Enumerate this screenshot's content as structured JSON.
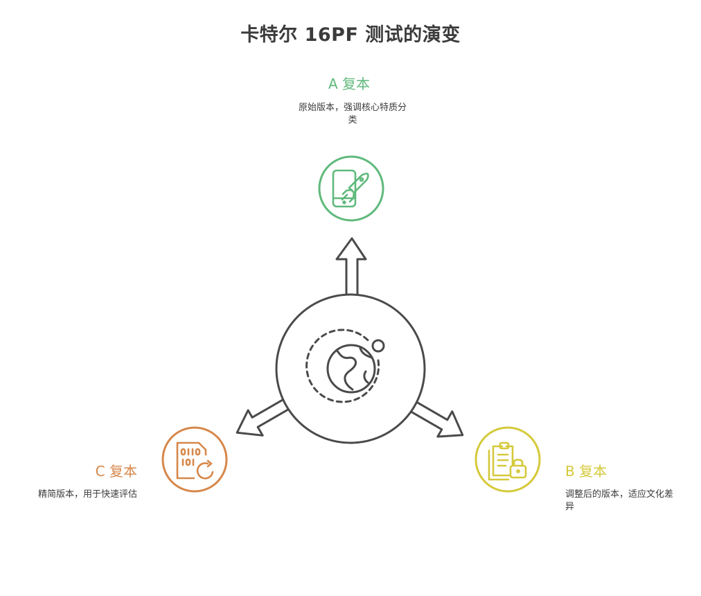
{
  "title": "卡特尔 16PF 测试的演变",
  "branches": {
    "a": {
      "heading": "A 复本",
      "description": "原始版本，强调核心特质分类",
      "color": "#5fb97b",
      "icon": "phone-rocket-icon"
    },
    "b": {
      "heading": "B 复本",
      "description": "调整后的版本，适应文化差异",
      "color": "#d5c93a",
      "icon": "clipboard-lock-icon"
    },
    "c": {
      "heading": "C 复本",
      "description": "精简版本，用于快速评估",
      "color": "#d6874a",
      "icon": "binary-file-refresh-icon"
    }
  },
  "hub": {
    "icon": "globe-icon",
    "color": "#4a4a4a"
  }
}
